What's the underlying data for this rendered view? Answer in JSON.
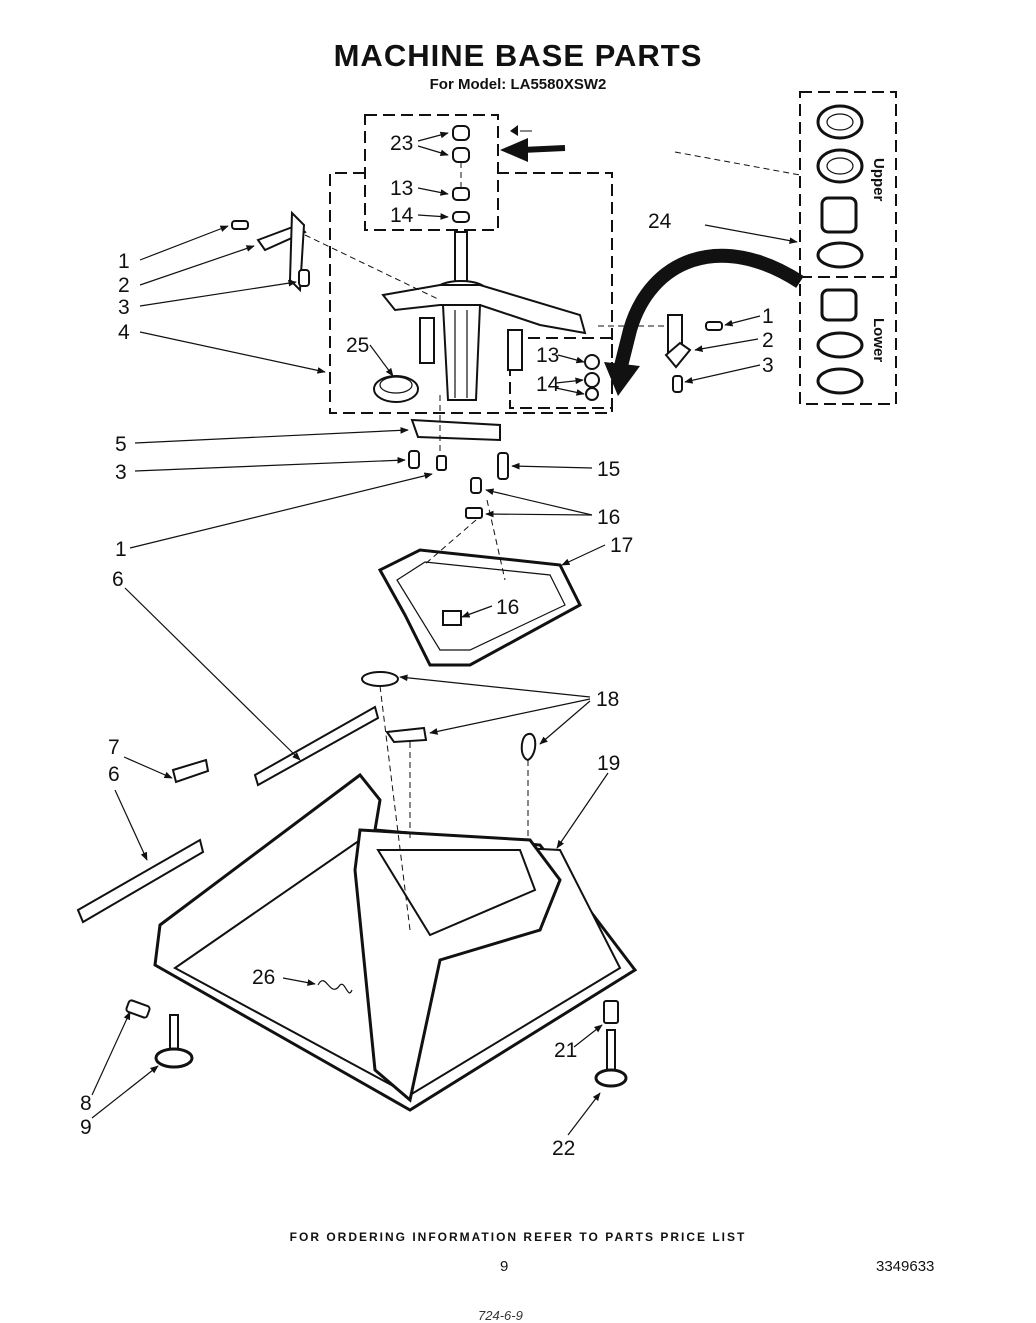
{
  "header": {
    "title": "MACHINE BASE PARTS",
    "subtitle": "For Model: LA5580XSW2"
  },
  "callouts": {
    "c23": "23",
    "c13a": "13",
    "c14a": "14",
    "c24": "24",
    "c1a": "1",
    "c2a": "2",
    "c3a": "3",
    "c4": "4",
    "c25": "25",
    "c1b": "1",
    "c2b": "2",
    "c3b": "3",
    "c13b": "13",
    "c14b": "14",
    "c5": "5",
    "c3c": "3",
    "c15": "15",
    "c16a": "16",
    "c1c": "1",
    "c17": "17",
    "c6a": "6",
    "c16b": "16",
    "c18": "18",
    "c7": "7",
    "c19": "19",
    "c6b": "6",
    "c26": "26",
    "c21": "21",
    "c8": "8",
    "c9": "9",
    "c22": "22"
  },
  "inset": {
    "upper_label": "Upper",
    "lower_label": "Lower"
  },
  "footer": {
    "ordering_note": "FOR ORDERING INFORMATION REFER TO PARTS PRICE LIST",
    "page_number": "9",
    "document_number": "3349633",
    "handwritten_note": "724-6-9"
  }
}
